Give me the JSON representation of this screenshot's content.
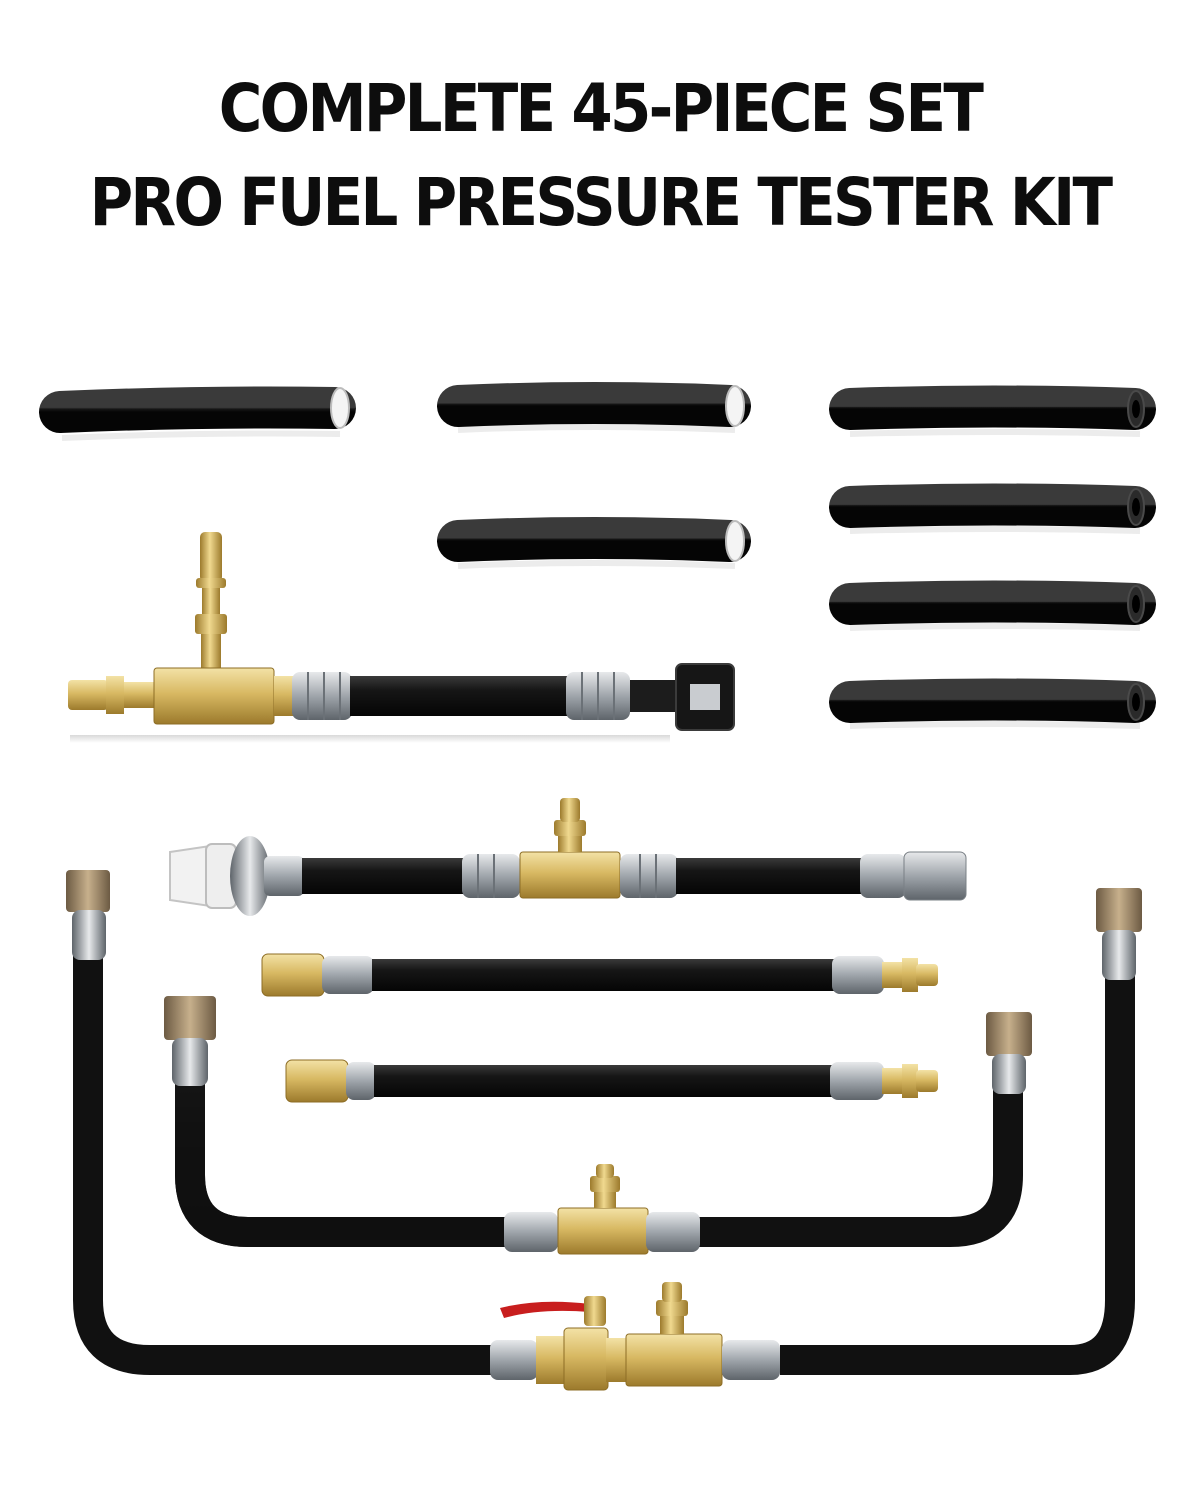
{
  "heading": {
    "line1": "COMPLETE 45-PIECE SET",
    "line2": "PRO FUEL PRESSURE TESTER KIT"
  },
  "colors": {
    "hose": "#121212",
    "brass": "#c9a64a",
    "steel": "#9aa0a6",
    "valve_handle": "#c81e1e"
  },
  "kit_items": [
    "hose-segment",
    "tee-adapter-with-quick-connector",
    "dual-port-tee-line",
    "brass-adapter-line",
    "u-shaped-tee-line",
    "u-shaped-valve-line"
  ]
}
